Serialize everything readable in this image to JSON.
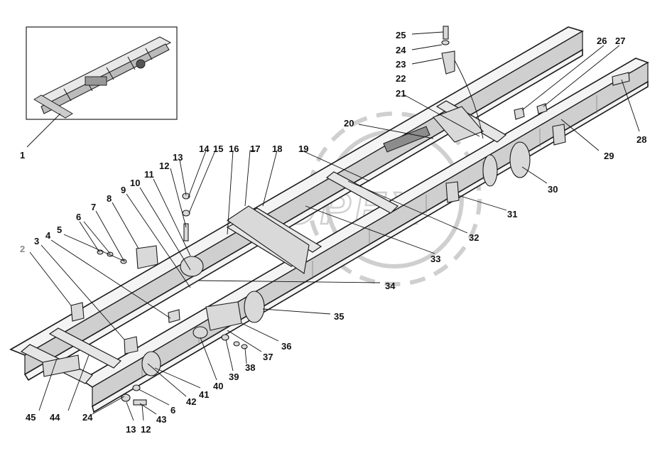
{
  "callouts": [
    {
      "id": "1",
      "label": "1"
    },
    {
      "id": "2",
      "label": "2"
    },
    {
      "id": "3",
      "label": "3"
    },
    {
      "id": "4",
      "label": "4"
    },
    {
      "id": "5",
      "label": "5"
    },
    {
      "id": "6",
      "label": "6"
    },
    {
      "id": "7",
      "label": "7"
    },
    {
      "id": "8",
      "label": "8"
    },
    {
      "id": "9",
      "label": "9"
    },
    {
      "id": "10",
      "label": "10"
    },
    {
      "id": "11",
      "label": "11"
    },
    {
      "id": "12",
      "label": "12"
    },
    {
      "id": "13",
      "label": "13"
    },
    {
      "id": "14",
      "label": "14"
    },
    {
      "id": "15",
      "label": "15"
    },
    {
      "id": "16",
      "label": "16"
    },
    {
      "id": "17",
      "label": "17"
    },
    {
      "id": "18",
      "label": "18"
    },
    {
      "id": "19",
      "label": "19"
    },
    {
      "id": "20",
      "label": "20"
    },
    {
      "id": "21",
      "label": "21"
    },
    {
      "id": "22",
      "label": "22"
    },
    {
      "id": "23",
      "label": "23"
    },
    {
      "id": "24",
      "label": "24"
    },
    {
      "id": "25",
      "label": "25"
    },
    {
      "id": "26",
      "label": "26"
    },
    {
      "id": "27",
      "label": "27"
    },
    {
      "id": "28",
      "label": "28"
    },
    {
      "id": "29",
      "label": "29"
    },
    {
      "id": "30",
      "label": "30"
    },
    {
      "id": "31",
      "label": "31"
    },
    {
      "id": "32",
      "label": "32"
    },
    {
      "id": "33",
      "label": "33"
    },
    {
      "id": "34",
      "label": "34"
    },
    {
      "id": "35",
      "label": "35"
    },
    {
      "id": "36",
      "label": "36"
    },
    {
      "id": "37",
      "label": "37"
    },
    {
      "id": "38",
      "label": "38"
    },
    {
      "id": "39",
      "label": "39"
    },
    {
      "id": "40",
      "label": "40"
    },
    {
      "id": "41",
      "label": "41"
    },
    {
      "id": "42",
      "label": "42"
    },
    {
      "id": "43",
      "label": "43"
    },
    {
      "id": "44",
      "label": "44"
    },
    {
      "id": "45",
      "label": "45"
    },
    {
      "id": "6b",
      "label": "6"
    },
    {
      "id": "12b",
      "label": "12"
    },
    {
      "id": "13b",
      "label": "13"
    },
    {
      "id": "24b",
      "label": "24"
    }
  ],
  "watermark": "ОРЕХ"
}
